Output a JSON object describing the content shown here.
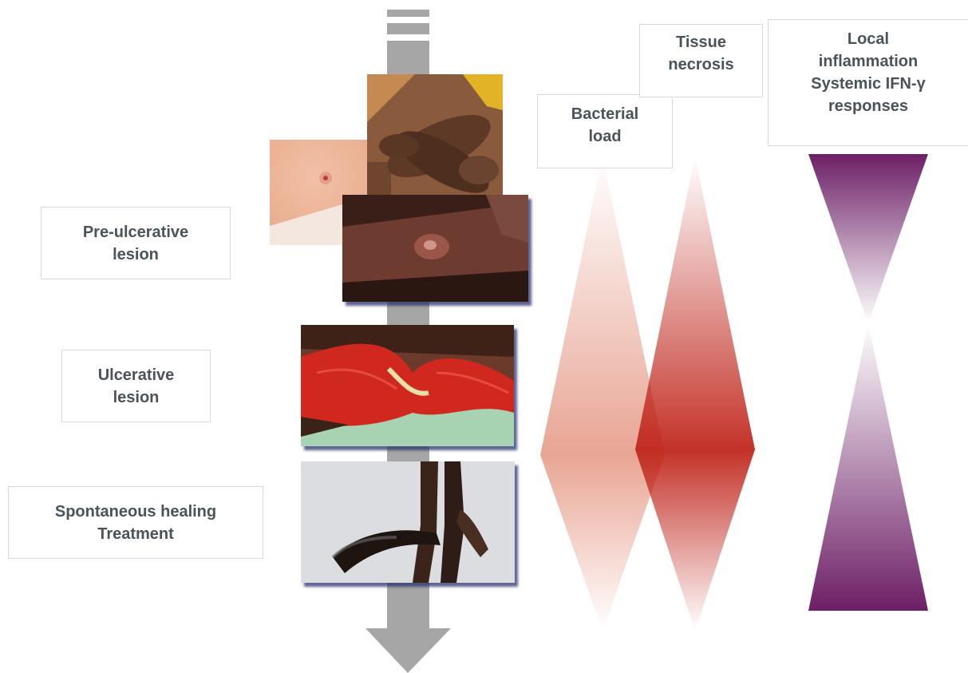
{
  "stages": {
    "pre_ulcerative": [
      "Pre-ulcerative",
      "lesion"
    ],
    "ulcerative": [
      "Ulcerative",
      "lesion"
    ],
    "healing": [
      "Spontaneous healing",
      "Treatment"
    ]
  },
  "indicators": {
    "bacterial_load": [
      "Bacterial",
      "load"
    ],
    "tissue_necrosis": [
      "Tissue",
      "necrosis"
    ],
    "inflammation": [
      "Local",
      "inflammation",
      "Systemic IFN-γ",
      "responses"
    ]
  },
  "colors": {
    "arrow": "#a6a6a6",
    "bacterial_load": "#e8a594",
    "tissue_necrosis": "#c0271d",
    "inflammation": "#6d1f66",
    "label_text": "#4a525a",
    "label_border": "#d9d9d9",
    "photo_shadow": "#28326e"
  }
}
